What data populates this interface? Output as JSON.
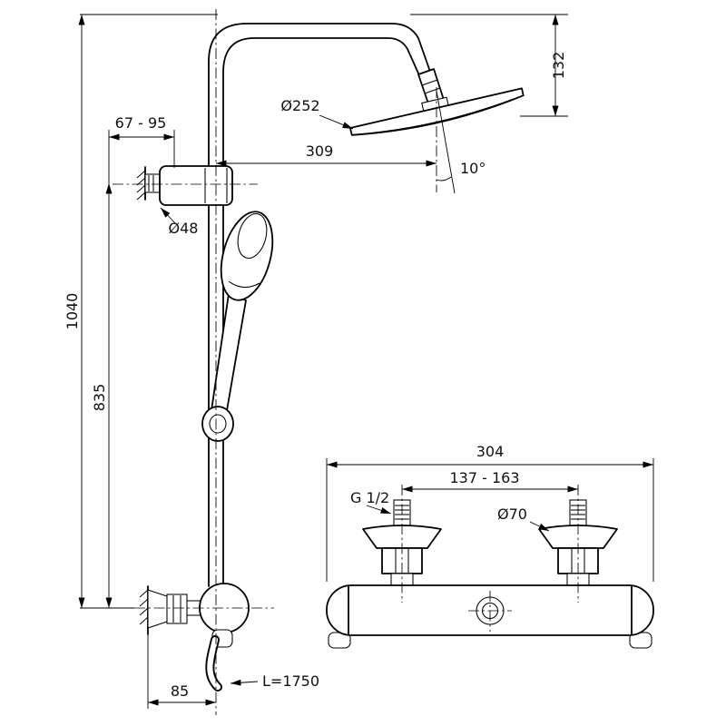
{
  "drawing": {
    "type": "technical-dimension-drawing",
    "subject": "shower-system-with-thermostatic-mixer"
  },
  "labels": {
    "head_drop_height": "132",
    "bracket_wall_distance": "67 - 95",
    "head_diameter": "Ø252",
    "arm_reach": "309",
    "head_angle": "10°",
    "bracket_diameter": "Ø48",
    "total_height": "1040",
    "rail_height": "835",
    "hose_length": "L=1750",
    "mixer_wall_offset": "85",
    "mixer_width": "304",
    "inlet_spacing": "137 - 163",
    "inlet_thread": "G 1/2",
    "escutcheon_diameter": "Ø70"
  },
  "colors": {
    "line": "#000000",
    "background": "#ffffff",
    "text": "#111111"
  }
}
